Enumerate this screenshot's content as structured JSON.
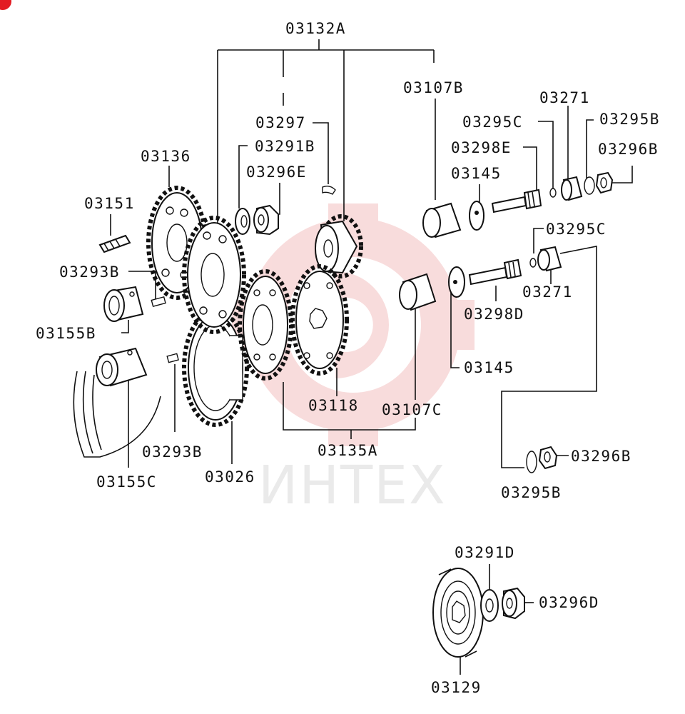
{
  "watermark": {
    "text": "ИНТЕХ",
    "color": "#f2b8b8"
  },
  "corner_badge_color": "#e31b23",
  "parts": [
    {
      "id": "p03132a",
      "label": "03132A"
    },
    {
      "id": "p03107b",
      "label": "03107B"
    },
    {
      "id": "p03297",
      "label": "03297"
    },
    {
      "id": "p03291b",
      "label": "03291B"
    },
    {
      "id": "p03296e",
      "label": "03296E"
    },
    {
      "id": "p03136",
      "label": "03136"
    },
    {
      "id": "p03151",
      "label": "03151"
    },
    {
      "id": "p03293b_top",
      "label": "03293B"
    },
    {
      "id": "p03155b",
      "label": "03155B"
    },
    {
      "id": "p03271_top",
      "label": "03271"
    },
    {
      "id": "p03295c_top",
      "label": "03295C"
    },
    {
      "id": "p03295b_top",
      "label": "03295B"
    },
    {
      "id": "p03298e",
      "label": "03298E"
    },
    {
      "id": "p03296b_top",
      "label": "03296B"
    },
    {
      "id": "p03145_top",
      "label": "03145"
    },
    {
      "id": "p03295c_mid",
      "label": "03295C"
    },
    {
      "id": "p03271_mid",
      "label": "03271"
    },
    {
      "id": "p03298d",
      "label": "03298D"
    },
    {
      "id": "p03145_low",
      "label": "03145"
    },
    {
      "id": "p03118",
      "label": "03118"
    },
    {
      "id": "p03107c",
      "label": "03107C"
    },
    {
      "id": "p03293b_low",
      "label": "03293B"
    },
    {
      "id": "p03135a",
      "label": "03135A"
    },
    {
      "id": "p03296b_low",
      "label": "03296B"
    },
    {
      "id": "p03155c",
      "label": "03155C"
    },
    {
      "id": "p03026",
      "label": "03026"
    },
    {
      "id": "p03295b_low",
      "label": "03295B"
    },
    {
      "id": "p03291d",
      "label": "03291D"
    },
    {
      "id": "p03296d",
      "label": "03296D"
    },
    {
      "id": "p03129",
      "label": "03129"
    }
  ]
}
